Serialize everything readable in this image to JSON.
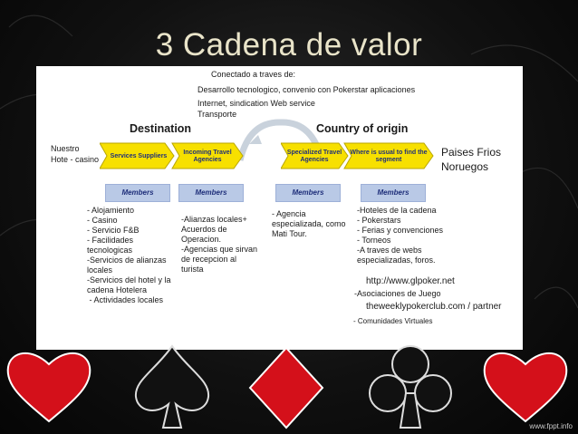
{
  "slide": {
    "title": "3 Cadena de valor",
    "logo": "www.fppt.info"
  },
  "diagram": {
    "top_note": [
      "Conectado a traves de:",
      "Desarrollo tecnologico, convenio con Pokerstar aplicaciones",
      "Internet, sindication Web service",
      "Transporte"
    ],
    "headers": {
      "destination": "Destination",
      "origin": "Country of origin"
    },
    "left_label": [
      "Nuestro",
      "Hote - casino"
    ],
    "right_label": [
      "Paises Frios",
      "Noruegos"
    ],
    "chevrons": [
      "Services Suppliers",
      "Incoming Travel Agencies",
      "Specialized Travel Agencies",
      "Where is usual to find the segment"
    ],
    "members_label": "Members",
    "columns": [
      [
        "- Alojamiento",
        "- Casino",
        "- Servicio F&B",
        "- Facilidades",
        "tecnologicas",
        "-Servicios de alianzas",
        "locales",
        "-Servicios del hotel y la",
        "cadena Hotelera",
        " - Actividades locales"
      ],
      [
        "-Alianzas locales+",
        "Acuerdos de",
        "Operacion.",
        "-Agencias que sirvan",
        "de recepcion al",
        "turista"
      ],
      [
        "- Agencia",
        "especializada, como",
        "Mati Tour."
      ],
      [
        "-Hoteles de la cadena",
        "- Pokerstars",
        "- Ferias y convenciones",
        "- Torneos",
        "-A traves de webs",
        "especializadas, foros."
      ]
    ],
    "urls": [
      "http://www.glpoker.net",
      "theweeklypokerclub.com / partner"
    ],
    "extra": [
      "-Asociaciones de Juego",
      "- Comunidades Virtuales"
    ]
  },
  "colors": {
    "title": "#e9e4c9",
    "chevron": "#f7e000",
    "members": "#b9c9e6",
    "suit_red": "#d4101a"
  }
}
